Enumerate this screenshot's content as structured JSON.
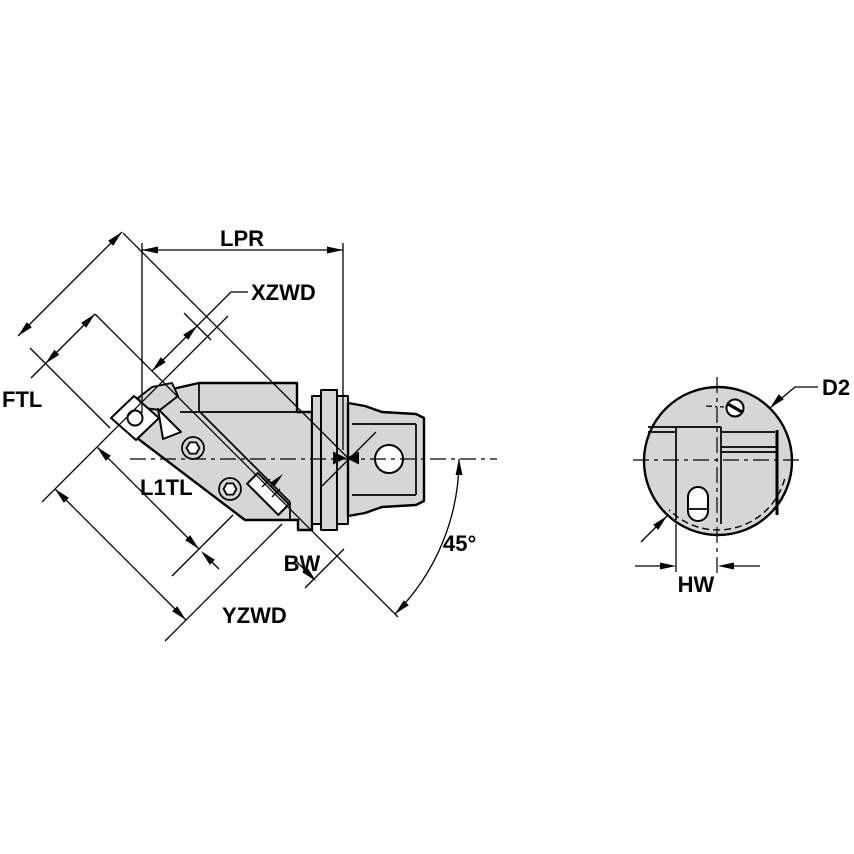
{
  "drawing_title": "45-degree angled tool holder head, side view and face view",
  "colors": {
    "background": "#ffffff",
    "part_fill": "#d6d6d6",
    "line": "#000000"
  },
  "side_view": {
    "dimensions": {
      "lpr": "LPR",
      "xzwd": "XZWD",
      "ftl": "FTL",
      "l1tl": "L1TL",
      "bw": "BW",
      "yzwd": "YZWD",
      "angle": "45°"
    }
  },
  "end_view": {
    "dimensions": {
      "d2": "D2",
      "hw": "HW"
    }
  }
}
